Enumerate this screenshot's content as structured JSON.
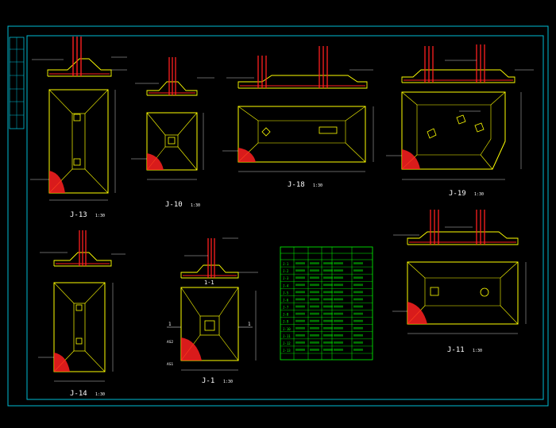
{
  "colors": {
    "background": "#000000",
    "frame": "#00bcd4",
    "outline": "#ffff00",
    "rebar": "#ff2020",
    "table": "#00ff00",
    "dimension": "#ffffff"
  },
  "footings": [
    {
      "id": "j13",
      "name": "J-13",
      "scale": "1:30"
    },
    {
      "id": "j10",
      "name": "J-10",
      "scale": "1:30"
    },
    {
      "id": "j18",
      "name": "J-18",
      "scale": "1:30"
    },
    {
      "id": "j19",
      "name": "J-19",
      "scale": "1:30"
    },
    {
      "id": "j14",
      "name": "J-14",
      "scale": "1:30"
    },
    {
      "id": "j1",
      "name": "J-1",
      "scale": "1:30"
    },
    {
      "id": "j11",
      "name": "J-11",
      "scale": "1:30"
    }
  ],
  "section_markers": {
    "j1_section_label": "1-1",
    "cut_mark_left": "1",
    "cut_mark_right": "1",
    "as1_label": "AS1",
    "as2_label": "AS2"
  },
  "table": {
    "rows": [
      {
        "id": "J-1"
      },
      {
        "id": "J-2"
      },
      {
        "id": "J-3"
      },
      {
        "id": "J-4"
      },
      {
        "id": "J-5"
      },
      {
        "id": "J-6"
      },
      {
        "id": "J-7"
      },
      {
        "id": "J-8"
      },
      {
        "id": "J-9"
      },
      {
        "id": "J-10"
      },
      {
        "id": "J-11"
      },
      {
        "id": "J-12"
      },
      {
        "id": "J-13"
      }
    ]
  }
}
